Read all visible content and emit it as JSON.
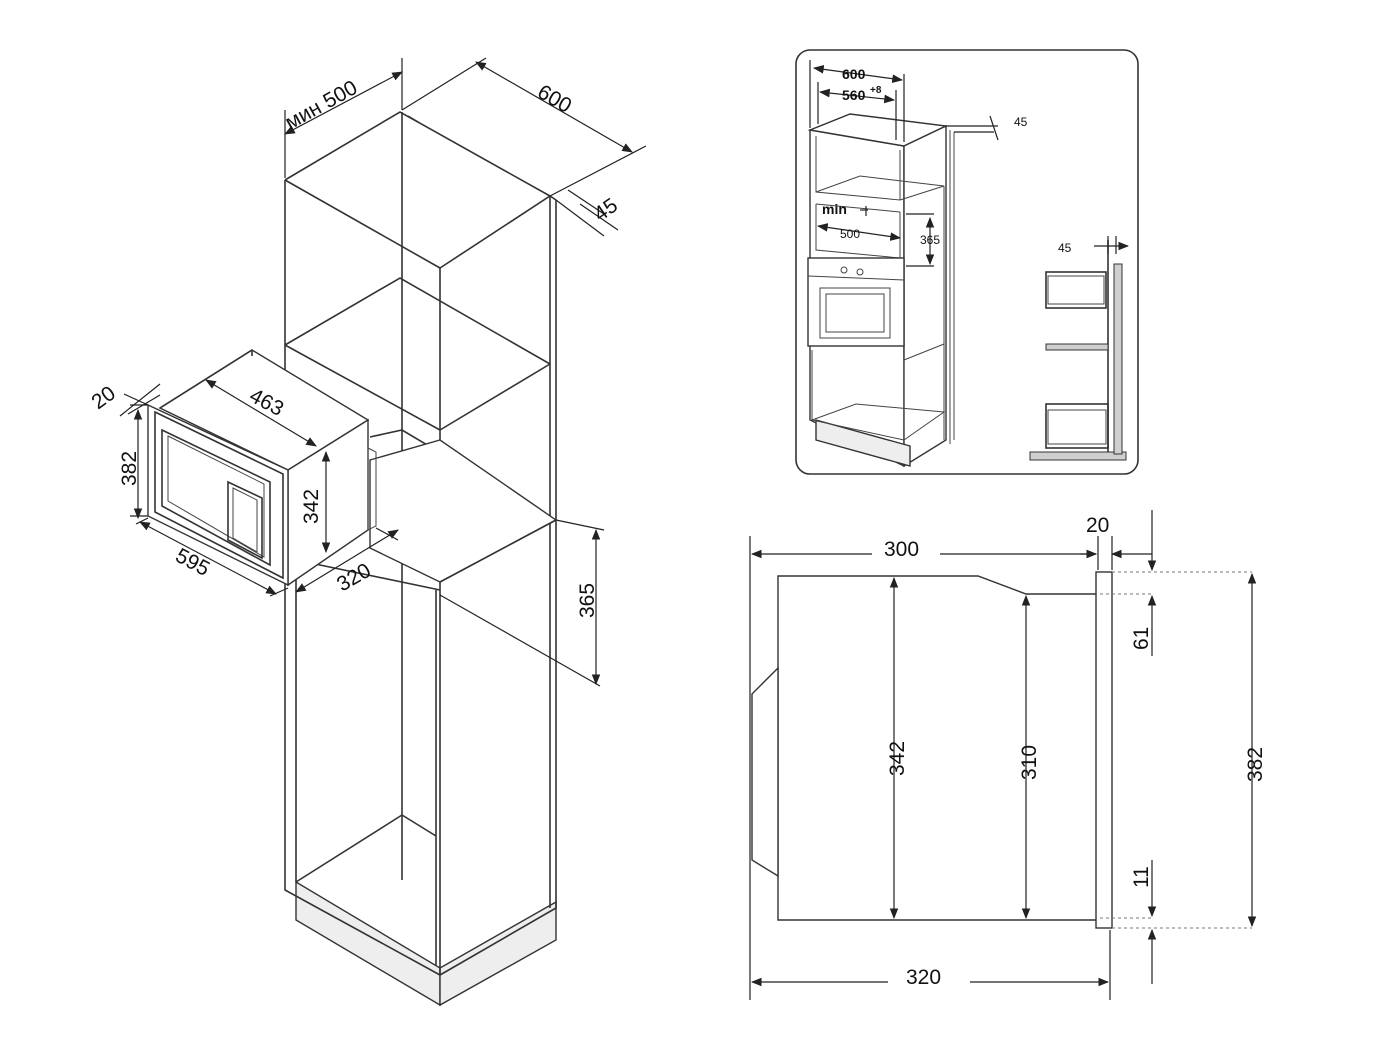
{
  "isometric_view": {
    "cabinet_depth_min": "мин 500",
    "cabinet_width": "600",
    "side_panel": "45",
    "niche_height": "365",
    "oven_frame_depth": "20",
    "oven_height": "382",
    "oven_width": "595",
    "oven_body_width": "463",
    "oven_body_height": "342",
    "oven_body_depth": "320"
  },
  "inset_view": {
    "cabinet_width": "600",
    "inner_width": "560",
    "inner_width_tolerance": "+8",
    "panel": "45",
    "min_label": "min",
    "min_depth": "500",
    "niche_height": "365",
    "side_panel": "45"
  },
  "side_view": {
    "body_depth_top": "300",
    "frame_thickness": "20",
    "body_height": "342",
    "inner_height": "310",
    "top_offset": "61",
    "bottom_offset": "11",
    "total_height": "382",
    "total_depth": "320"
  }
}
